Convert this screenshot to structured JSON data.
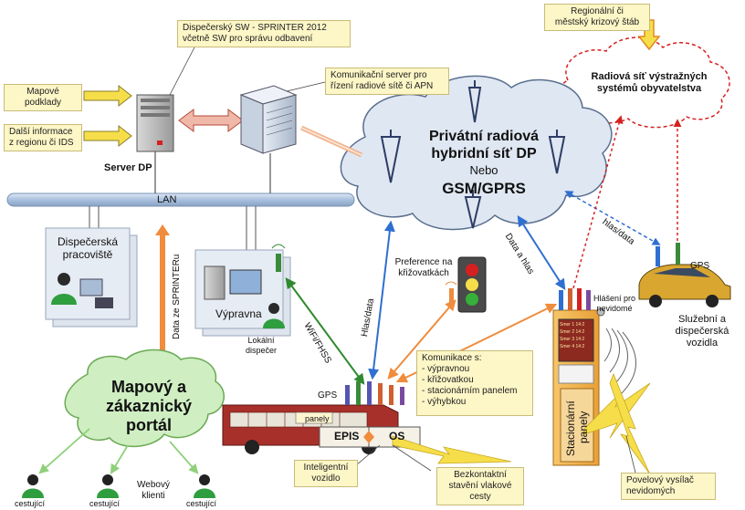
{
  "notes": {
    "dispatch_sw": [
      "Dispečerský SW - SPRINTER 2012",
      "včetně SW pro správu odbavení"
    ],
    "comm_server": [
      "Komunikační server pro",
      "řízení radiové sítě či APN"
    ],
    "regional_staff": [
      "Regionální či",
      "městský krizový štáb"
    ],
    "map_data": [
      "Mapové",
      "podklady"
    ],
    "ids_info": [
      "Další informace",
      "z regionu či IDS"
    ],
    "communication": [
      "Komunikace s:",
      "- výpravnou",
      "- křižovatkou",
      "- stacionárním panelem",
      "- výhybkou"
    ],
    "intelligent_vehicle": [
      "Inteligentní",
      "vozidlo"
    ],
    "track_switch": [
      "Bezkontaktní",
      "stavění vlakové",
      "cesty"
    ],
    "blind_transmitter": [
      "Povelový vysílač",
      "nevidomých"
    ]
  },
  "labels": {
    "server_dp": "Server DP",
    "lan": "LAN",
    "dispatch_workplace": [
      "Dispečerská",
      "pracoviště"
    ],
    "vypravna": "Výpravna",
    "local_dispatcher": [
      "Lokální",
      "dispečer"
    ],
    "data_sprinter": "Data ze SPRINTERu",
    "wifi": "WiFi/FHSS",
    "hlas_data_v": "Hlas/data",
    "data_hlas": "Data a hlas",
    "hlas_data_car": "hlas/data",
    "preference": [
      "Preference na",
      "křižovatkách"
    ],
    "gps_bus": "GPS",
    "gps_car": "GPS",
    "service_vehicles": [
      "Služební a",
      "dispečerská",
      "vozidla"
    ],
    "blind_report": [
      "Hlášení pro",
      "nevidomé"
    ],
    "panels": "panely",
    "epis": "EPIS",
    "os": "OS",
    "stationary_panel": [
      "Stacionární",
      "panely"
    ],
    "web_clients": [
      "Webový",
      "klienti"
    ],
    "passenger": "cestující"
  },
  "cloud": {
    "title": [
      "Privátní radiová",
      "hybridní síť DP"
    ],
    "or": "Nebo",
    "alt": "GSM/GPRS"
  },
  "warning_net": [
    "Radiová síť výstražných",
    "systémů obyvatelstva"
  ],
  "portal": [
    "Mapový a",
    "zákaznický",
    "portál"
  ],
  "board_rows": [
    "Smer 1  14:2",
    "Smer 2  14:2",
    "Smer 3  14:2",
    "Smer 4  14:2"
  ],
  "colors": {
    "lan": "#b9cde6",
    "cloud": "#dfe7f2",
    "portal": "#cfeec2",
    "bus": "#a8302a",
    "panel": "#f3b24a",
    "arrow_yellow": "#f6de4a",
    "arrow_orange": "#f08c3c",
    "tower_blue": "#2e3d66"
  }
}
